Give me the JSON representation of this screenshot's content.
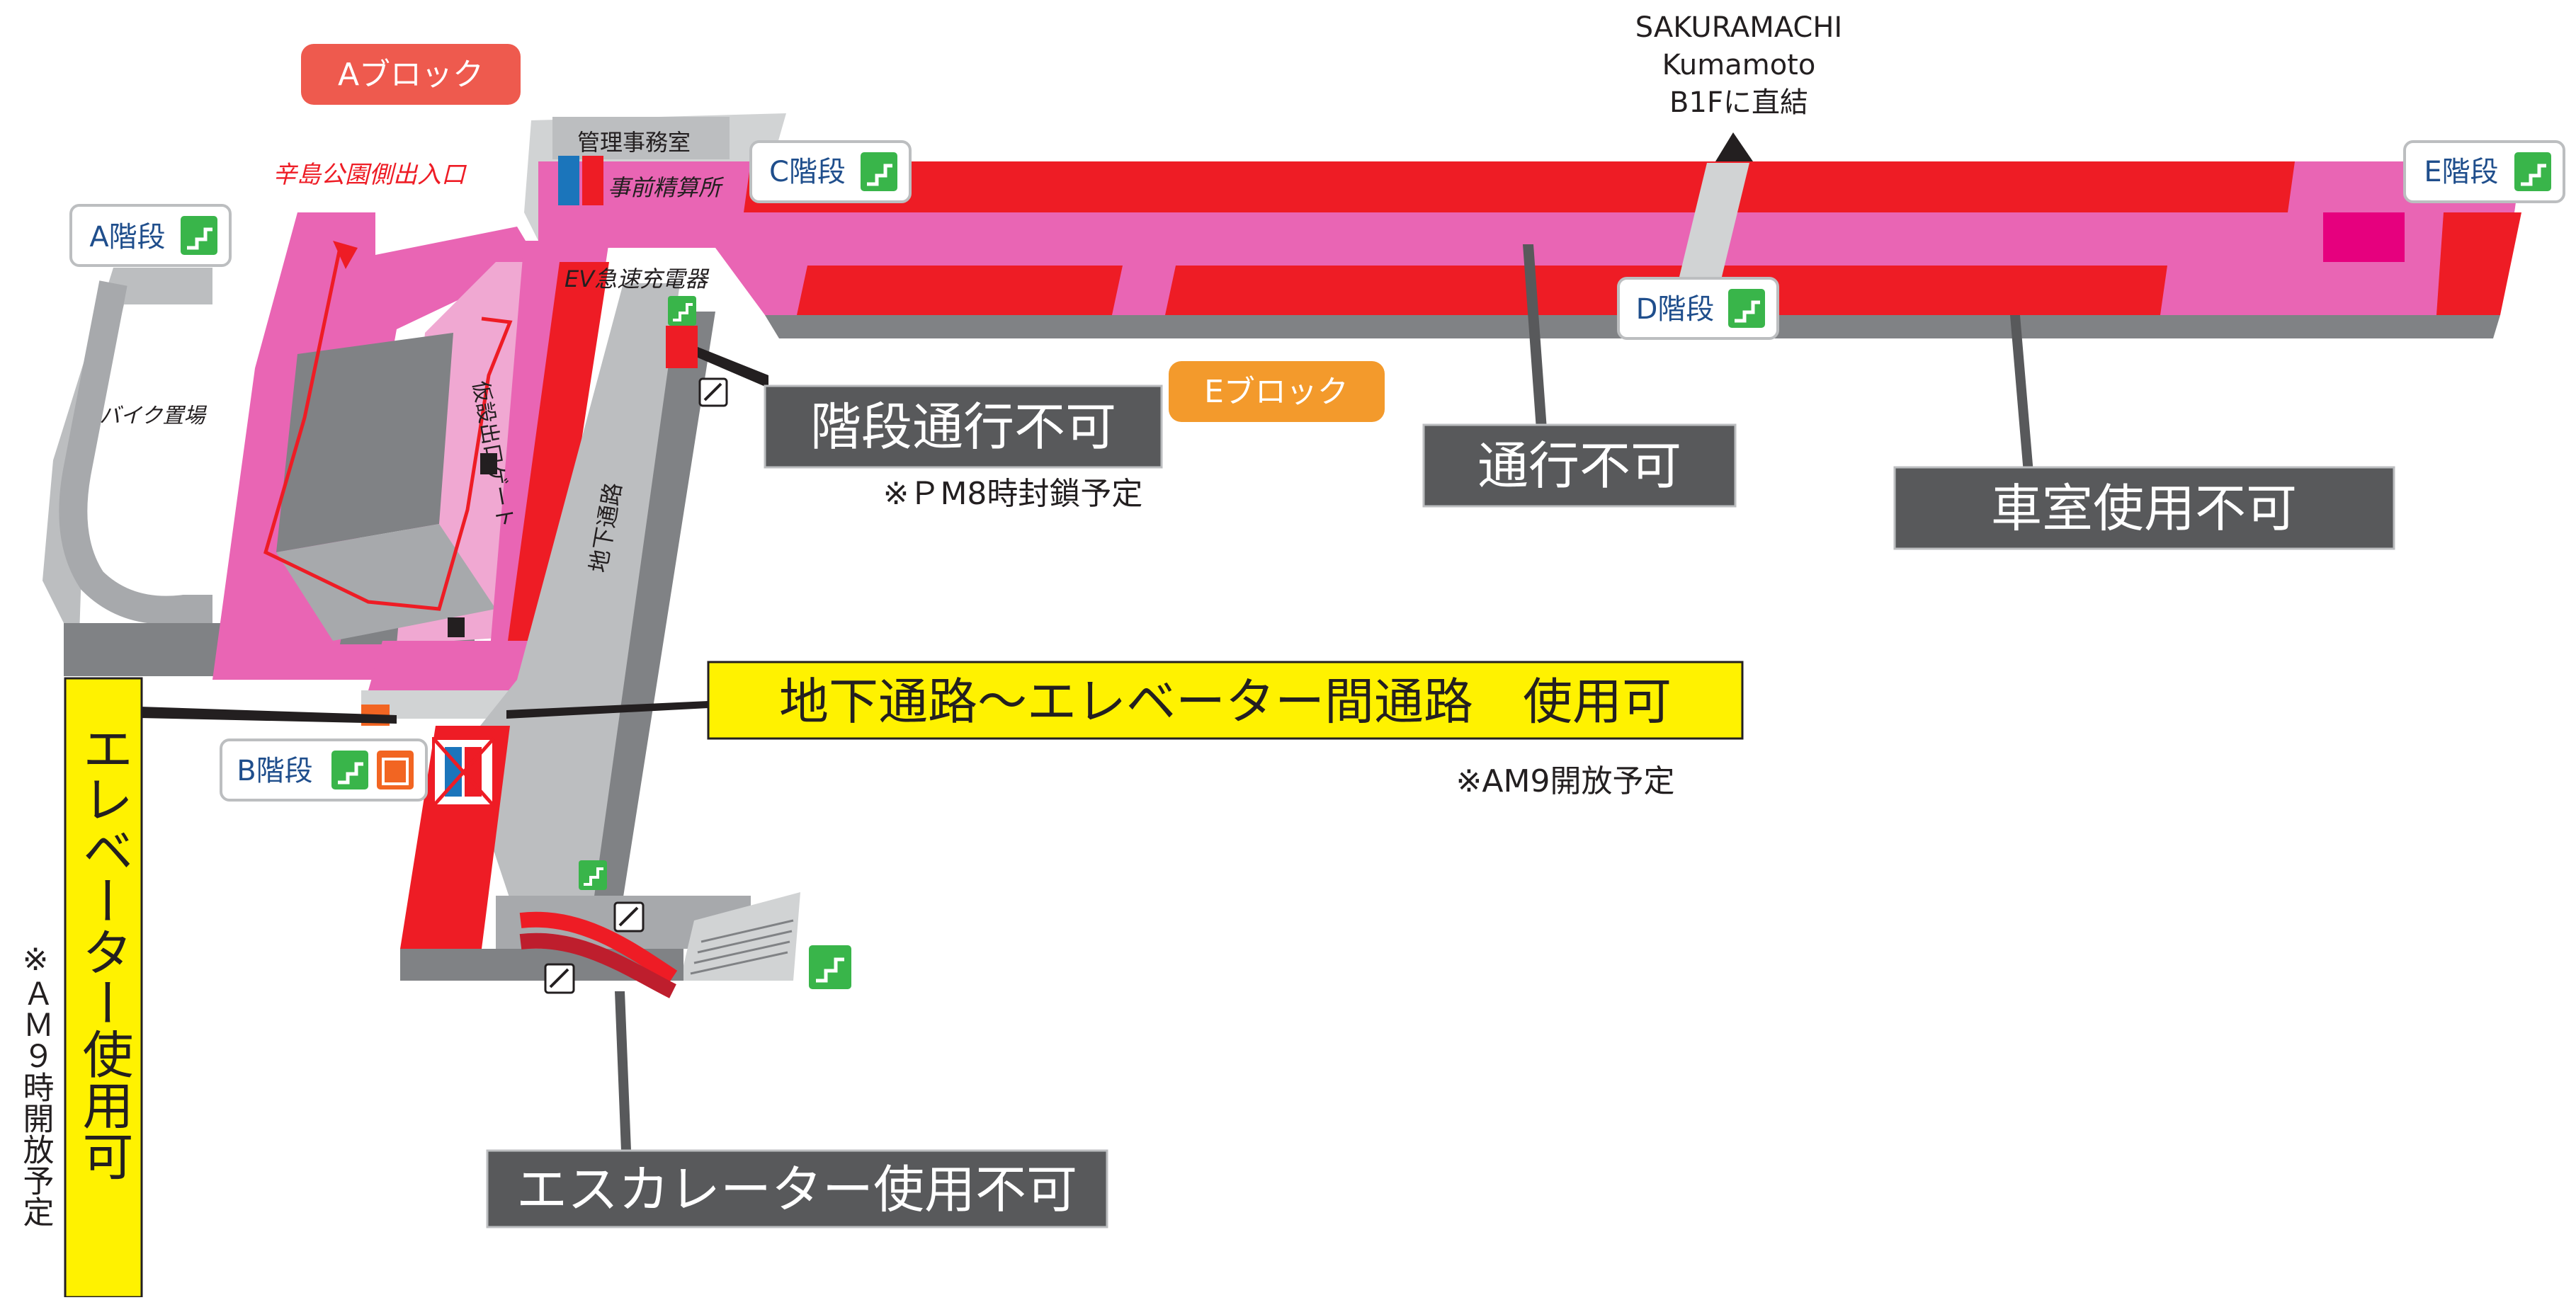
{
  "blocks": {
    "a": {
      "label": "Aブロック",
      "color": "#ee5a4e"
    },
    "e": {
      "label": "Eブロック",
      "color": "#f39a2c"
    }
  },
  "stairs": {
    "a": "A階段",
    "b": "B階段",
    "c": "C階段",
    "d": "D階段",
    "e": "E階段"
  },
  "labels": {
    "entrance": "辛島公園側出入口",
    "office": "管理事務室",
    "prepay": "事前精算所",
    "ev_charger": "EV急速充電器",
    "bike": "バイク置場",
    "temp_gate": "仮設出口ゲート",
    "underpass": "地下通路",
    "sakuramachi": [
      "SAKURAMACHI",
      "Kumamoto",
      "B1Fに直結"
    ]
  },
  "notices": {
    "stairs_closed": "階段通行不可",
    "stairs_closed_note": "※ＰM8時封鎖予定",
    "no_passage": "通行不可",
    "no_parking": "車室使用不可",
    "underpass_ok": "地下通路〜エレベーター間通路　使用可",
    "underpass_note": "※AM9開放予定",
    "elevator_ok": "エレベーター使用可",
    "elevator_note": "※ＡＭ９時開放予定",
    "escalator_closed": "エスカレーター使用不可"
  },
  "colors": {
    "closed_red": "#ee1c25",
    "zone_pink": "#e965b4",
    "notice_gray": "#58595b",
    "notice_yellow": "#fff200",
    "stair_green": "#39b54a",
    "structure_gray": "#a7a9ac"
  },
  "icons": [
    "stairs-icon",
    "elevator-icon",
    "restroom-icon",
    "escalator-icon",
    "arrow-up-icon"
  ]
}
